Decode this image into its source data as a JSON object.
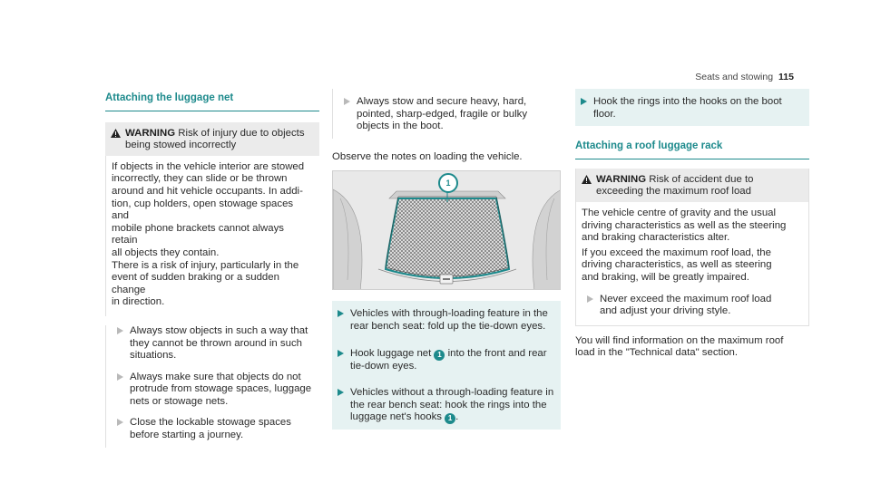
{
  "header": {
    "section": "Seats and stowing",
    "page": "115"
  },
  "col1": {
    "title": "Attaching the luggage net",
    "warning": {
      "label": "WARNING",
      "summary_l1": "Risk of injury due to objects",
      "summary_l2": "being stowed incorrectly",
      "body": [
        "If objects in the vehicle interior are stowed",
        "incorrectly, they can slide or be thrown",
        "around and hit vehicle occupants. In addi-",
        "tion, cup holders, open stowage spaces and",
        "mobile phone brackets cannot always retain",
        "all objects they contain."
      ],
      "body2": [
        "There is a risk of injury, particularly in the",
        "event of sudden braking or a sudden change",
        "in direction."
      ],
      "steps": [
        [
          "Always stow objects in such a way that",
          "they cannot be thrown around in such",
          "situations."
        ],
        [
          "Always make sure that objects do not",
          "protrude from stowage spaces, luggage",
          "nets or stowage nets."
        ],
        [
          "Close the lockable stowage spaces",
          "before starting a journey."
        ]
      ]
    }
  },
  "col2": {
    "cont_step": [
      "Always stow and secure heavy, hard,",
      "pointed, sharp-edged, fragile or bulky",
      "objects in the boot."
    ],
    "observe": "Observe the notes on loading the vehicle.",
    "figure_callout": "1",
    "instr": {
      "s1": [
        "Vehicles with through-loading feature in the",
        "rear bench seat: fold up the tie-down eyes."
      ],
      "s2a": "Hook luggage net ",
      "s2b": " into the front and rear",
      "s2c": "tie-down eyes.",
      "s3": [
        "Vehicles without a through-loading feature in",
        "the rear bench seat: hook the rings into the"
      ],
      "s3c": "luggage net's hooks ",
      "s3d": ".",
      "badge": "1"
    }
  },
  "col3": {
    "step": [
      "Hook the rings into the hooks on the boot",
      "floor."
    ],
    "title": "Attaching a roof luggage rack",
    "warning": {
      "label": "WARNING",
      "summary_l1": "Risk of accident due to",
      "summary_l2": "exceeding the maximum roof load",
      "body": [
        "The vehicle centre of gravity and the usual",
        "driving characteristics as well as the steering",
        "and braking characteristics alter."
      ],
      "body2": [
        "If you exceed the maximum roof load, the",
        "driving characteristics, as well as steering",
        "and braking, will be greatly impaired."
      ],
      "step": [
        "Never exceed the maximum roof load",
        "and adjust your driving style."
      ]
    },
    "final": [
      "You will find information on the maximum roof",
      "load in the \"Technical data\" section."
    ]
  },
  "colors": {
    "accent": "#1d8a8c",
    "warn_bg": "#ebebeb",
    "instr_bg": "#e6f2f2"
  }
}
